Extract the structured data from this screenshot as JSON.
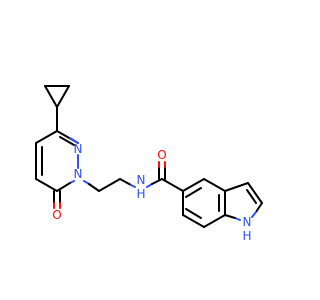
{
  "molecule": {
    "colors": {
      "bond": "#000000",
      "nitrogen": "#3050f8",
      "oxygen": "#ff0d0d",
      "background": "#ffffff"
    },
    "labels": {
      "n_pyridazine_1": "N",
      "n_pyridazine_2": "N",
      "o_pyridazinone": "O",
      "n_amide": "N",
      "h_amide": "H",
      "o_amide": "O",
      "n_indole": "N",
      "h_indole": "H"
    }
  }
}
